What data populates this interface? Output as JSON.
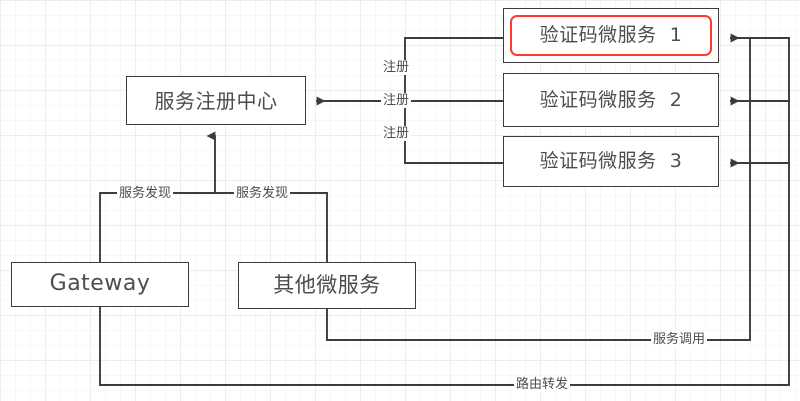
{
  "diagram": {
    "title": "microservice-registration-architecture",
    "colors": {
      "line": "#3c3c3c",
      "text": "#4d4d4d",
      "highlight": "#ff3b30",
      "grid_minor": "#f7f7f7",
      "grid_major": "#ededed",
      "background": "#ffffff"
    },
    "nodes": [
      {
        "id": "registry",
        "label": "服务注册中心"
      },
      {
        "id": "service_1",
        "label": "验证码微服务  1"
      },
      {
        "id": "service_2",
        "label": "验证码微服务  2"
      },
      {
        "id": "service_3",
        "label": "验证码微服务  3"
      },
      {
        "id": "gateway",
        "label": "Gateway"
      },
      {
        "id": "other",
        "label": "其他微服务"
      }
    ],
    "edge_labels": {
      "register_1": "注册",
      "register_2": "注册",
      "register_3": "注册",
      "discover_gateway": "服务发现",
      "discover_other": "服务发现",
      "service_call": "服务调用",
      "route_forward": "路由转发"
    }
  }
}
